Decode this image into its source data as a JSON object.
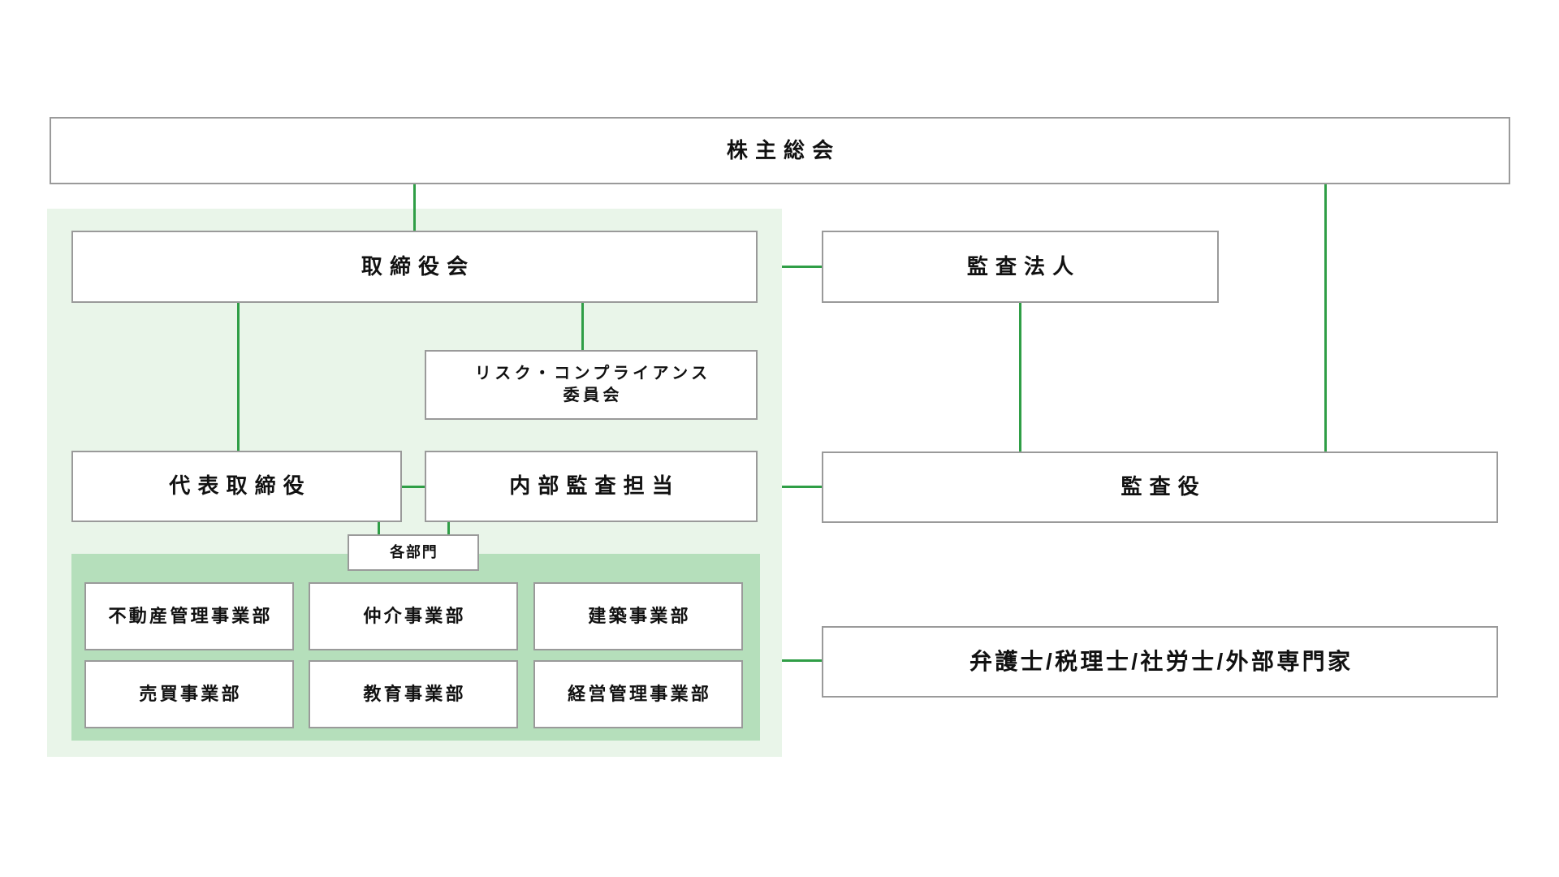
{
  "diagram": {
    "nodes": {
      "shareholders_meeting": {
        "label": "株主総会"
      },
      "board_of_directors": {
        "label": "取締役会"
      },
      "audit_corporation": {
        "label": "監査法人"
      },
      "risk_compliance_committee": {
        "label_line1": "リスク・コンプライアンス",
        "label_line2": "委員会"
      },
      "representative_director": {
        "label": "代表取締役"
      },
      "internal_audit": {
        "label": "内部監査担当"
      },
      "corporate_auditor": {
        "label": "監査役"
      },
      "departments_label": {
        "label": "各部門"
      },
      "external_experts": {
        "label": "弁護士/税理士/社労士/外部専門家"
      }
    },
    "departments": [
      "不動産管理事業部",
      "仲介事業部",
      "建築事業部",
      "売買事業部",
      "教育事業部",
      "経営管理事業部"
    ],
    "colors": {
      "connector": "#2f9e46",
      "panel_light": "#e9f5e9",
      "panel_dark": "#b5dfbb",
      "box_border": "#9a9a9a",
      "text": "#111111",
      "background": "#ffffff"
    }
  }
}
